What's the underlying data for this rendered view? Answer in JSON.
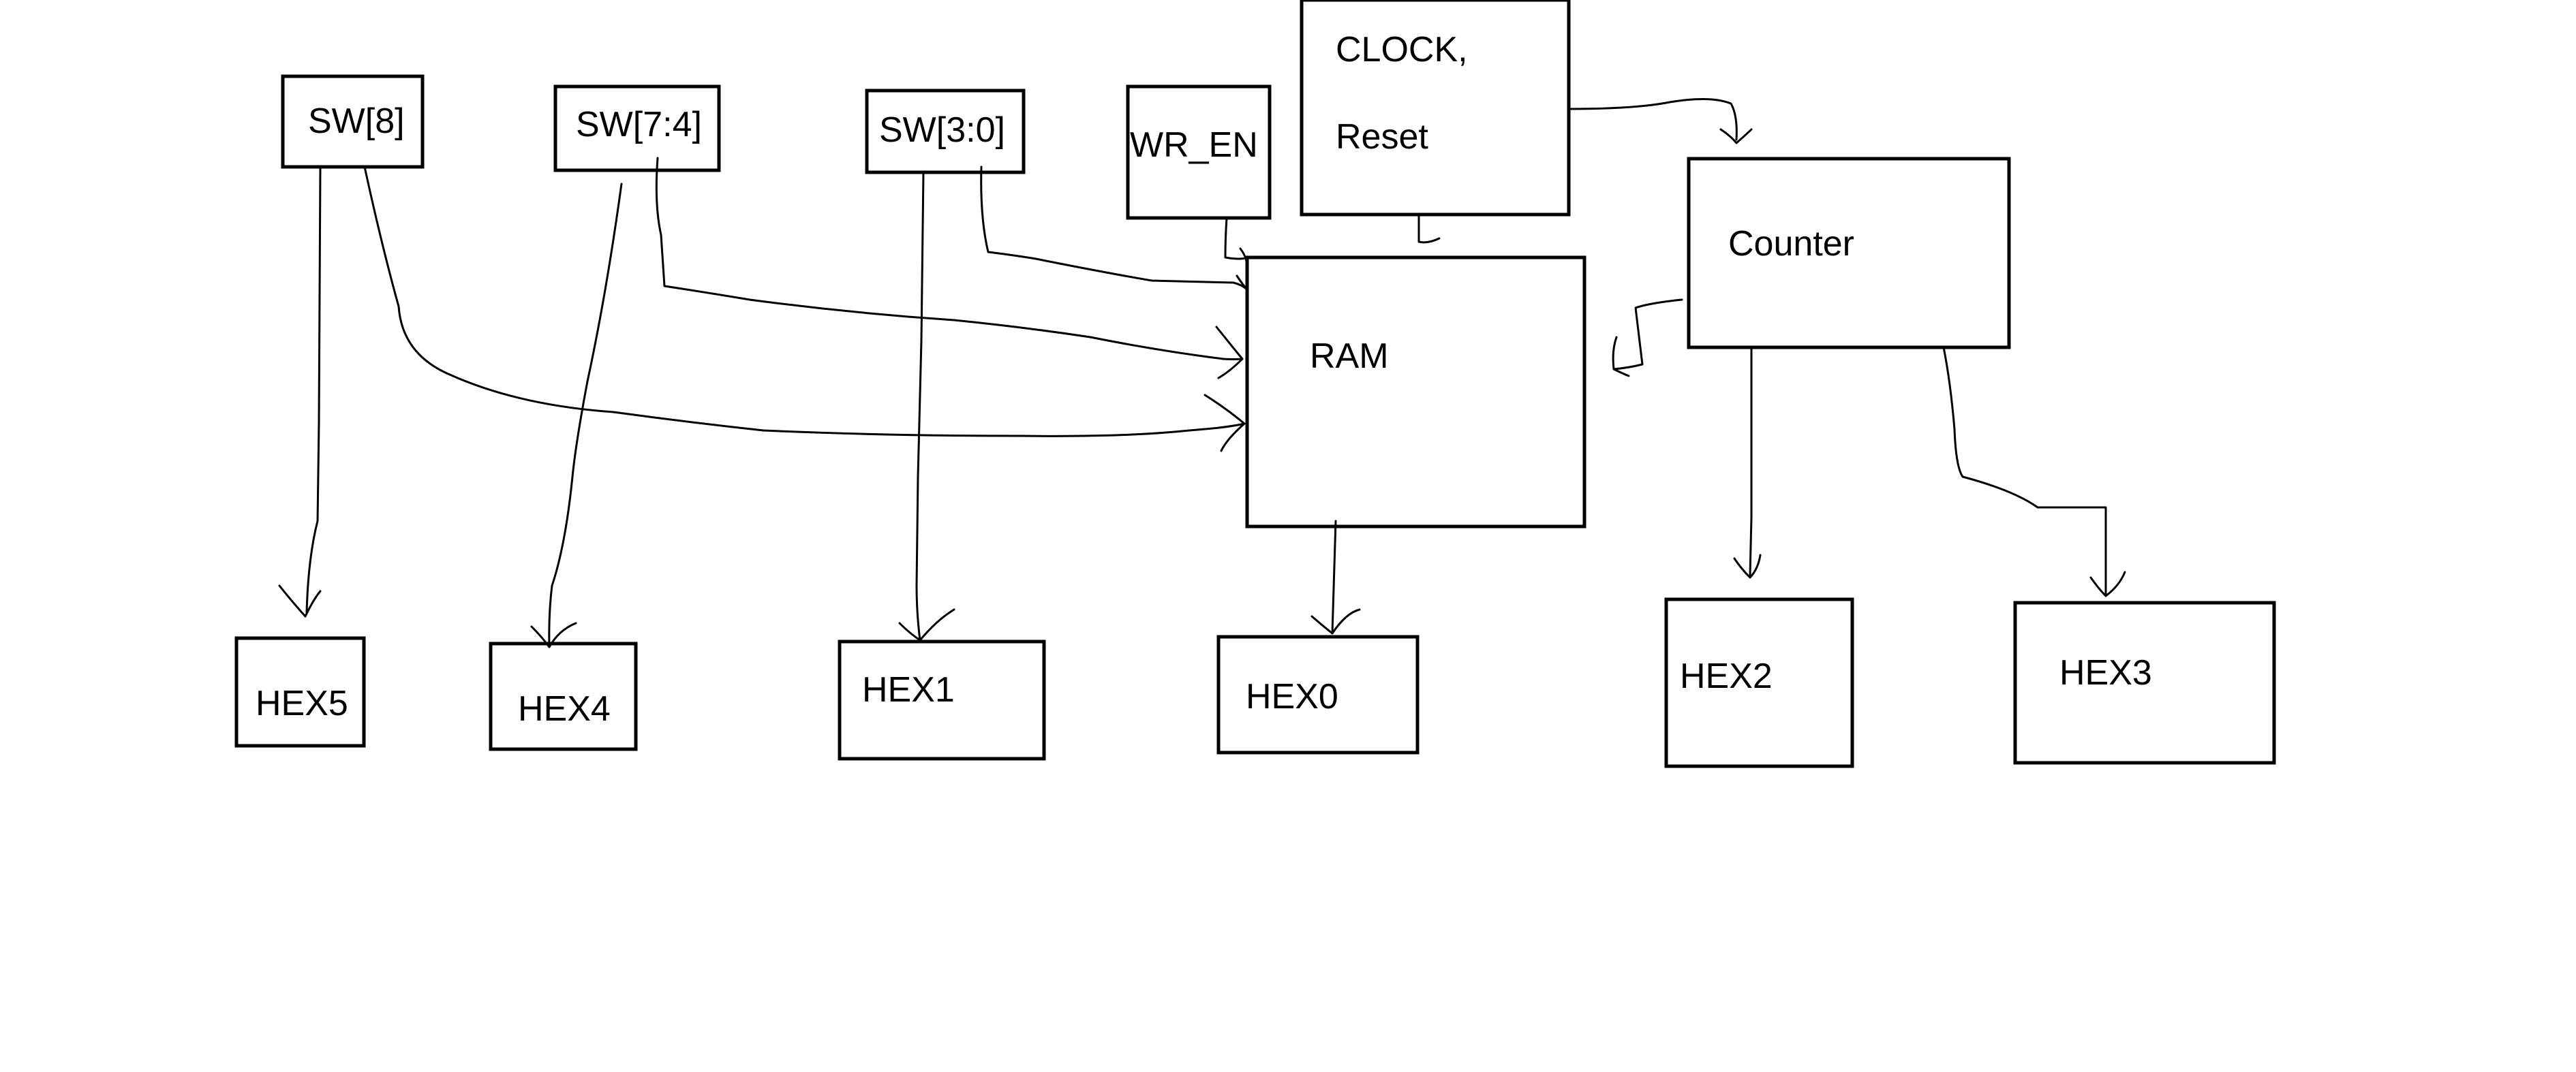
{
  "blocks": {
    "sw8": "SW[8]",
    "sw74": "SW[7:4]",
    "sw30": "SW[3:0]",
    "wr_en": "WR_EN",
    "clock_line1": "CLOCK,",
    "clock_line2": "Reset",
    "ram": "RAM",
    "counter": "Counter",
    "hex5": "HEX5",
    "hex4": "HEX4",
    "hex1": "HEX1",
    "hex0": "HEX0",
    "hex2": "HEX2",
    "hex3": "HEX3"
  },
  "connections": [
    {
      "from": "SW[8]",
      "to": "HEX5"
    },
    {
      "from": "SW[8]",
      "to": "RAM"
    },
    {
      "from": "SW[7:4]",
      "to": "HEX4"
    },
    {
      "from": "SW[7:4]",
      "to": "RAM"
    },
    {
      "from": "SW[3:0]",
      "to": "HEX1"
    },
    {
      "from": "SW[3:0]",
      "to": "RAM"
    },
    {
      "from": "WR_EN",
      "to": "RAM"
    },
    {
      "from": "CLOCK, Reset",
      "to": "RAM"
    },
    {
      "from": "CLOCK, Reset",
      "to": "Counter"
    },
    {
      "from": "Counter",
      "to": "RAM"
    },
    {
      "from": "RAM",
      "to": "HEX0"
    },
    {
      "from": "Counter",
      "to": "HEX2"
    },
    {
      "from": "Counter",
      "to": "HEX3"
    }
  ]
}
